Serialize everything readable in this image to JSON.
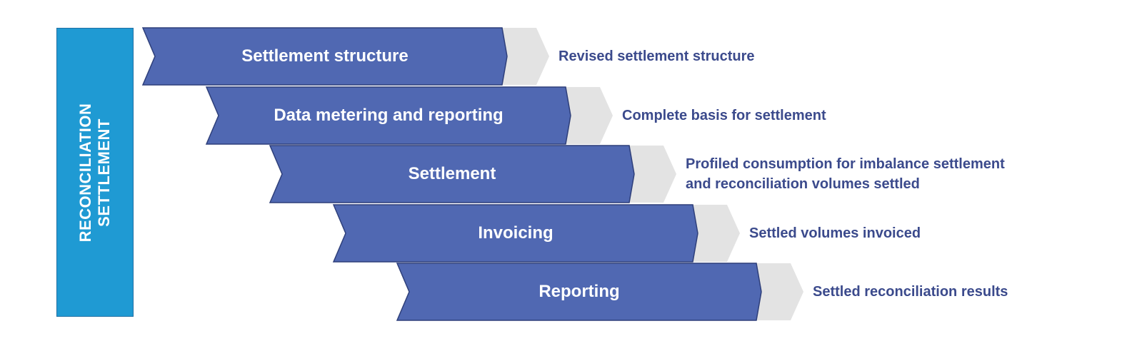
{
  "side_panel": {
    "line1": "RECONCILIATION",
    "line2": "SETTLEMENT"
  },
  "steps": [
    {
      "label": "Settlement structure",
      "result": [
        "Revised settlement structure"
      ]
    },
    {
      "label": "Data metering and reporting",
      "result": [
        "Complete basis for settlement"
      ]
    },
    {
      "label": "Settlement",
      "result": [
        "Profiled consumption for imbalance settlement",
        "and reconciliation volumes settled"
      ]
    },
    {
      "label": "Invoicing",
      "result": [
        "Settled volumes invoiced"
      ]
    },
    {
      "label": "Reporting",
      "result": [
        "Settled reconciliation results"
      ]
    }
  ],
  "colors": {
    "side_panel_fill": "#1f9ad3",
    "chevron_fill": "#5068b2",
    "chevron_outline": "#2e3f7a",
    "arrow_fill": "#e3e3e3",
    "result_text": "#3b4a8c"
  }
}
